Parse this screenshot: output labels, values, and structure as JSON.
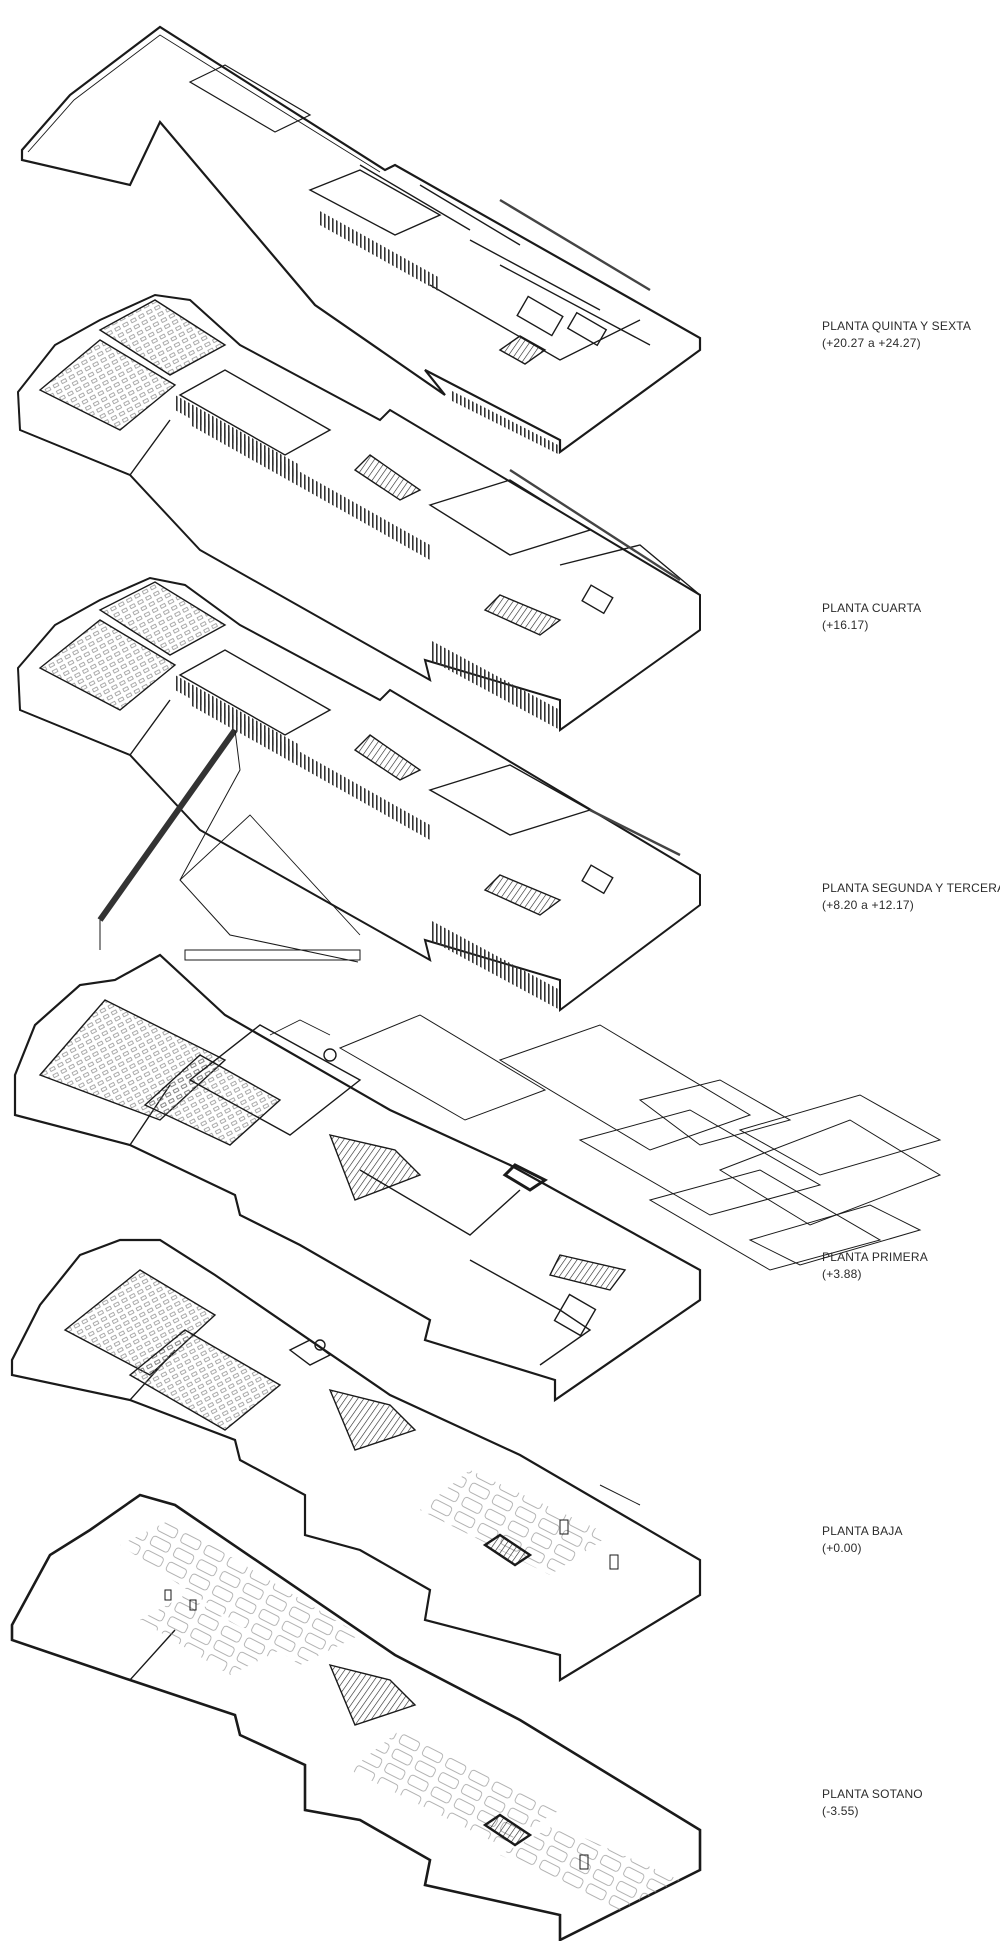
{
  "floors": [
    {
      "id": "quinta",
      "name": "PLANTA QUINTA Y SEXTA",
      "level": "(+20.27 a +24.27)"
    },
    {
      "id": "cuarta",
      "name": "PLANTA CUARTA",
      "level": "(+16.17)"
    },
    {
      "id": "segunda",
      "name": "PLANTA SEGUNDA Y TERCERA",
      "level": "(+8.20 a +12.17)"
    },
    {
      "id": "primera",
      "name": "PLANTA PRIMERA",
      "level": "(+3.88)"
    },
    {
      "id": "baja",
      "name": "PLANTA BAJA",
      "level": "(+0.00)"
    },
    {
      "id": "sotano",
      "name": "PLANTA SOTANO",
      "level": "(-3.55)"
    }
  ],
  "colors": {
    "line": "#1a1a1a",
    "hatch": "#555555",
    "paper": "#ffffff"
  }
}
